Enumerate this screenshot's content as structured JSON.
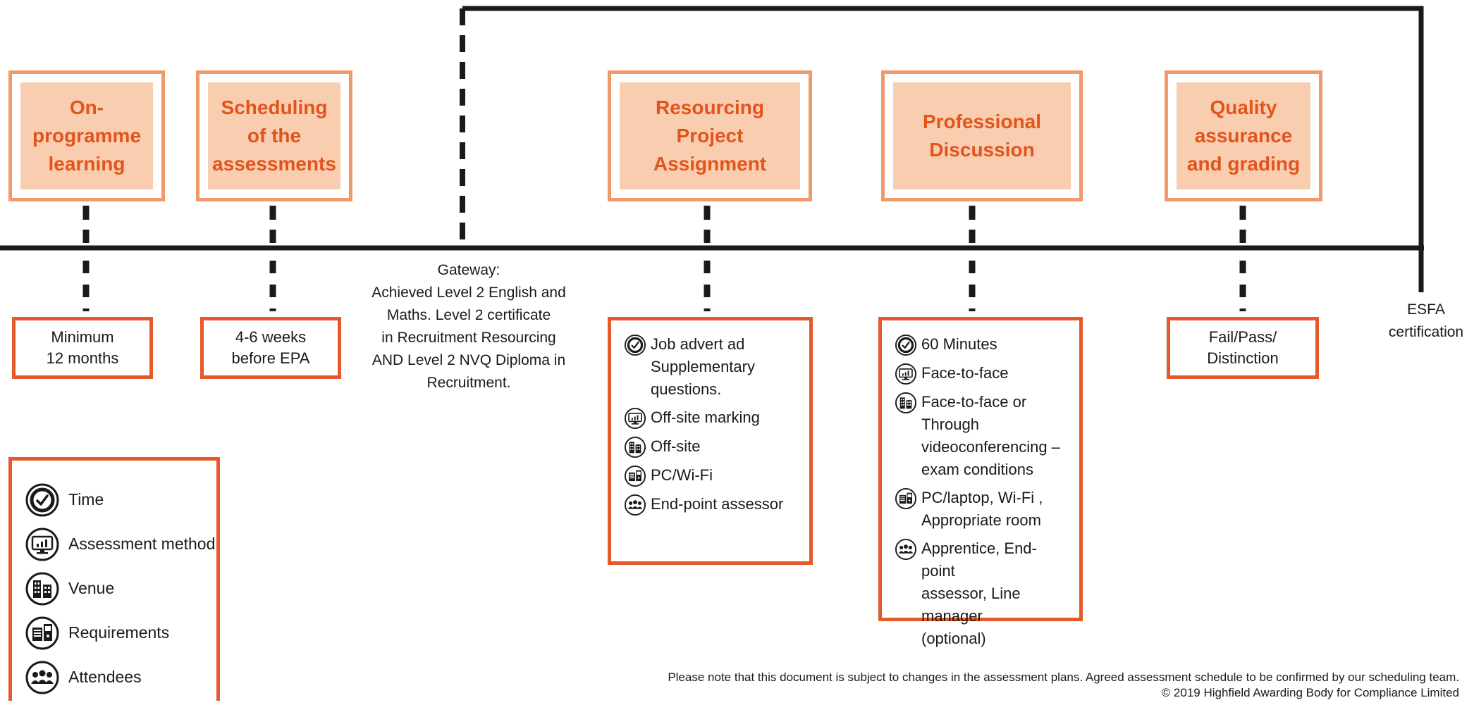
{
  "stages": [
    {
      "id": "on-programme-learning",
      "title": "On-programme\nlearning",
      "detail": "Minimum\n12 months"
    },
    {
      "id": "scheduling",
      "title": "Scheduling\nof the\nassessments",
      "detail": "4-6 weeks\nbefore EPA"
    },
    {
      "id": "resourcing-project",
      "title": "Resourcing Project\nAssignment"
    },
    {
      "id": "professional-discussion",
      "title": "Professional\nDiscussion"
    },
    {
      "id": "quality-assurance",
      "title": "Quality\nassurance\nand grading",
      "detail": "Fail/Pass/\nDistinction"
    }
  ],
  "gateway": "Gateway:\nAchieved Level 2 English and\nMaths.  Level 2 certificate\nin Recruitment Resourcing\nAND Level 2 NVQ Diploma in\nRecruitment.",
  "esfa": "ESFA\ncertification",
  "resourcing_details": [
    {
      "icon": "time",
      "text": "Job advert ad\nSupplementary\nquestions."
    },
    {
      "icon": "assessment-method",
      "text": "Off-site marking"
    },
    {
      "icon": "venue",
      "text": "Off-site"
    },
    {
      "icon": "requirements",
      "text": "PC/Wi-Fi"
    },
    {
      "icon": "attendees",
      "text": "End-point assessor"
    }
  ],
  "discussion_details": [
    {
      "icon": "time",
      "text": "60 Minutes"
    },
    {
      "icon": "assessment-method",
      "text": "Face-to-face"
    },
    {
      "icon": "venue",
      "text": "Face-to-face or Through\nvideoconferencing  –\nexam conditions"
    },
    {
      "icon": "requirements",
      "text": "PC/laptop, Wi-Fi ,\nAppropriate room"
    },
    {
      "icon": "attendees",
      "text": "Apprentice, End-point\nassessor, Line manager\n(optional)"
    }
  ],
  "legend": [
    {
      "icon": "time",
      "label": "Time"
    },
    {
      "icon": "assessment-method",
      "label": "Assessment method"
    },
    {
      "icon": "venue",
      "label": "Venue"
    },
    {
      "icon": "requirements",
      "label": "Requirements"
    },
    {
      "icon": "attendees",
      "label": "Attendees"
    }
  ],
  "footer": {
    "notice": "Please note that this document is subject to changes in the assessment plans.  Agreed assessment schedule to be confirmed by our scheduling team.",
    "copyright": "© 2019 Highfield Awarding Body for Compliance Limited"
  },
  "colors": {
    "stage_border": "#ef9a6c",
    "stage_fill": "#f9cdb0",
    "stage_text": "#e3541c",
    "box_border": "#e5592a",
    "line": "#1a1a1a"
  }
}
